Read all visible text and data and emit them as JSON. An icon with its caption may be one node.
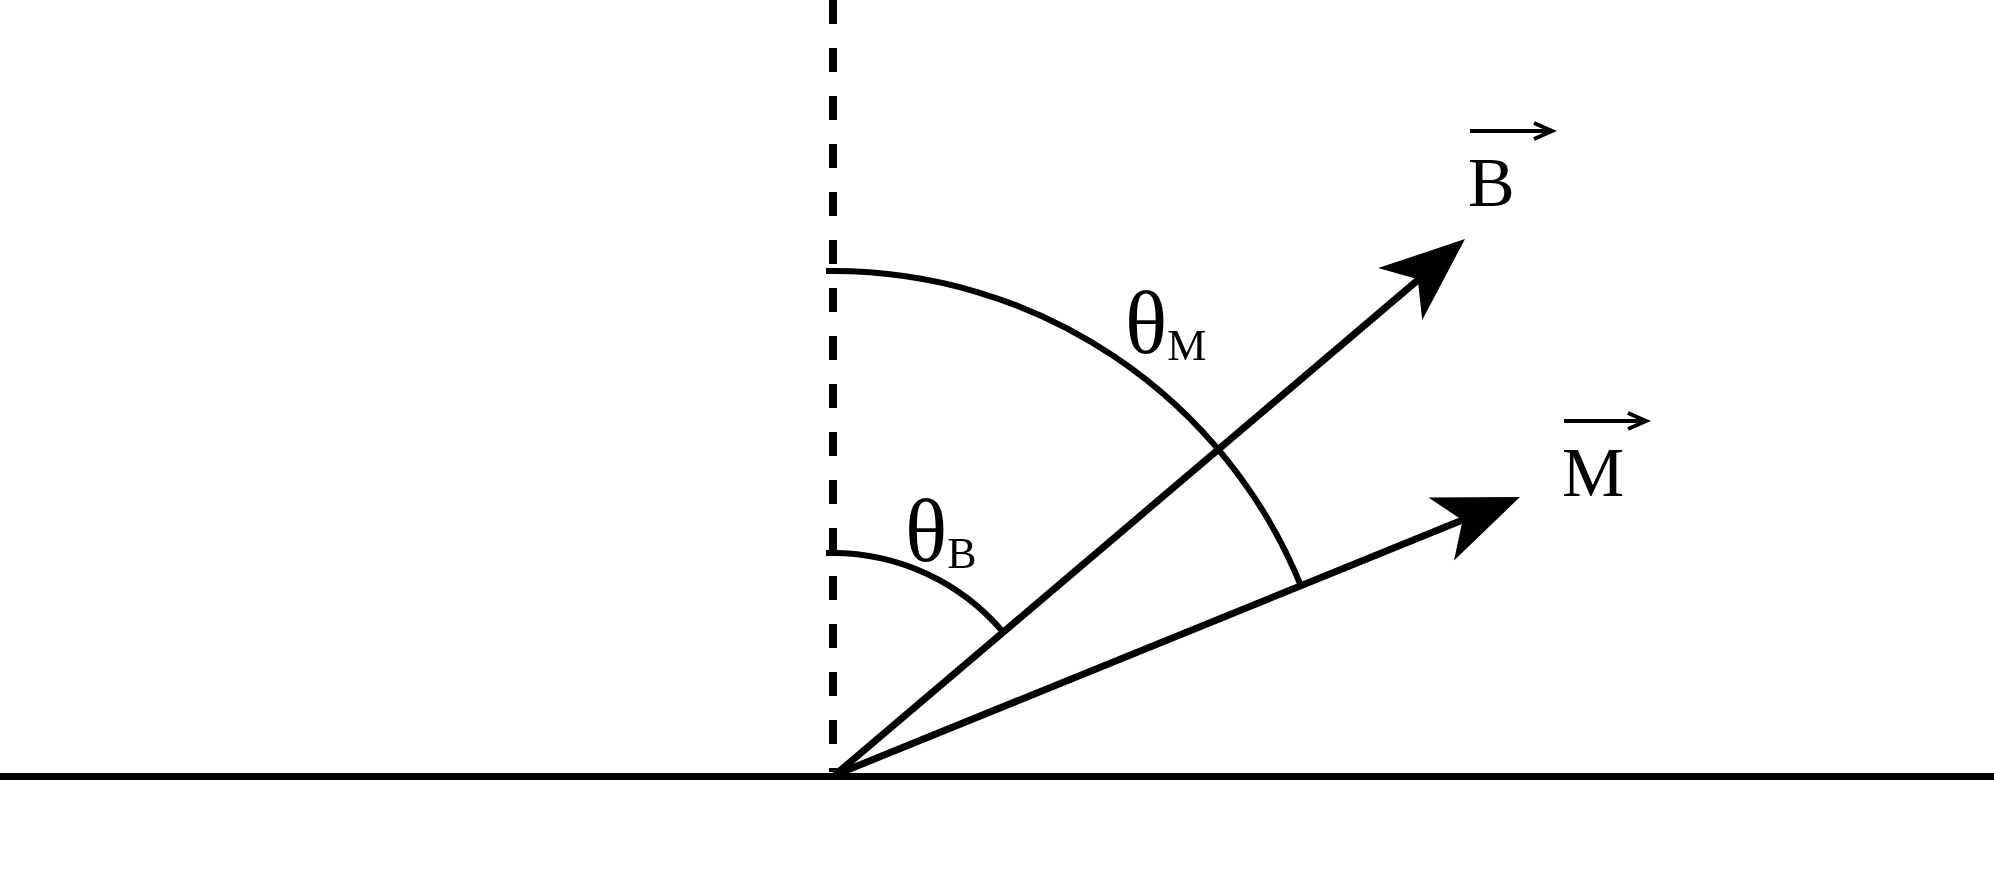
{
  "diagram": {
    "labels": [
      "B",
      "θ$_{M}$",
      "M",
      "θ$_{B}$"
    ]
  }
}
